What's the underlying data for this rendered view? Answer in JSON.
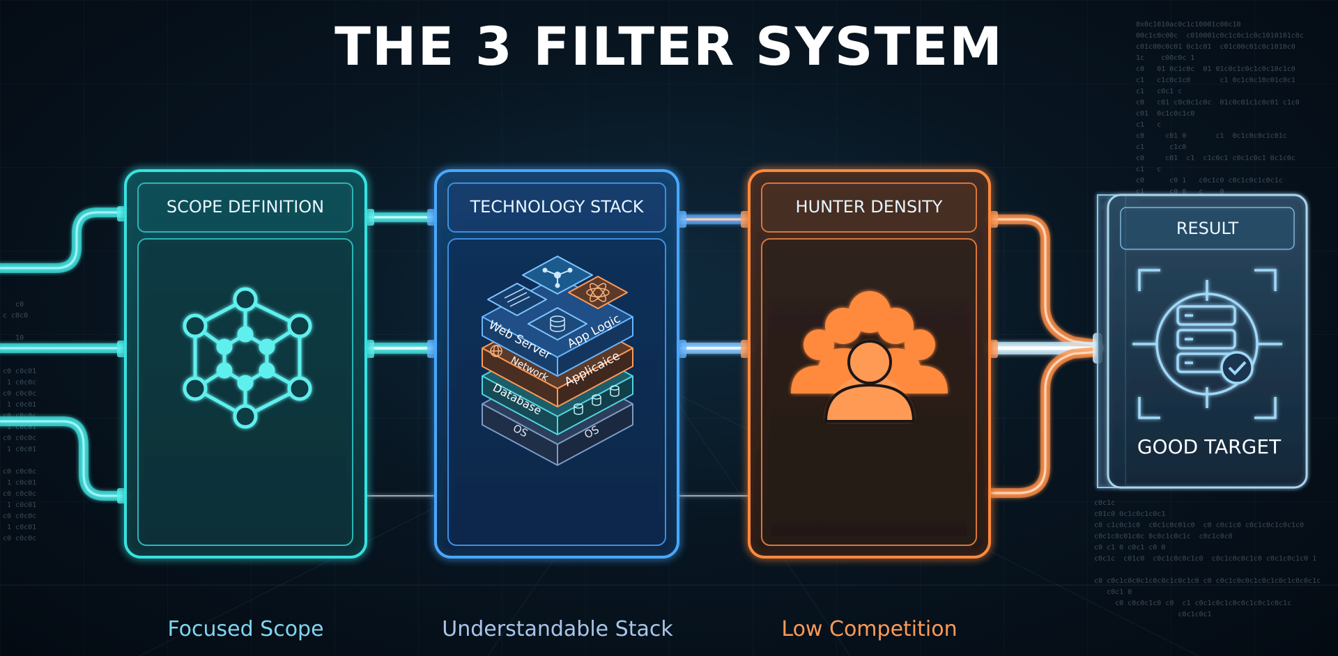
{
  "title": "THE 3 FILTER SYSTEM",
  "filters": [
    {
      "label": "SCOPE DEFINITION",
      "caption": "Focused Scope",
      "color": "#37e2e0"
    },
    {
      "label": "TECHNOLOGY STACK",
      "caption": "Understandable Stack",
      "color": "#4aa8ff"
    },
    {
      "label": "HUNTER DENSITY",
      "caption": "Low Competition",
      "color": "#ff8a3d"
    }
  ],
  "result": {
    "label": "RESULT",
    "target": "GOOD TARGET"
  },
  "stack_layers": {
    "web_server": "Web Server",
    "app_logic": "App Logic",
    "network": "Network",
    "appliance": "Applicaice",
    "database": "Database",
    "os_left": "OS",
    "os_right": "OS"
  },
  "colors": {
    "teal": "#37e2e0",
    "blue": "#4aa8ff",
    "orange": "#ff8a3d",
    "caption_teal": "#7fd6f0",
    "caption_blue": "#a9c6e8",
    "caption_orange": "#ff9a55"
  },
  "icons": {
    "scope": "network-graph-icon",
    "stack": "layered-stack-icon",
    "hunters": "people-group-icon",
    "result": "server-target-check-icon"
  }
}
